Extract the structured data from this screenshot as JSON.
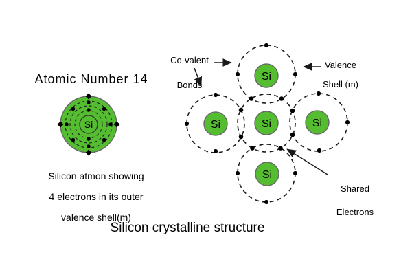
{
  "left_panel": {
    "heading": "Atomic Number 14",
    "atom": {
      "symbol": "Si",
      "atomic_number": 14,
      "electron_shells": [
        2,
        8,
        4
      ]
    },
    "caption": {
      "line1": "Silicon atmon showing",
      "line2": "4 electrons in its outer",
      "line3": "valence shell(m)"
    }
  },
  "right_panel": {
    "atom_symbol": "Si",
    "atom_count": 5,
    "labels": {
      "covalent": {
        "line1": "Co-valent",
        "line2": "Bonds"
      },
      "valence": {
        "line1": "Valence",
        "line2": "Shell (m)"
      },
      "shared": {
        "line1": "Shared",
        "line2": "Electrons"
      }
    }
  },
  "footer": {
    "title": "Silicon crystalline structure"
  },
  "colors": {
    "atom_green": "#54bd30",
    "outline_gray": "#6a6a6a",
    "line_black": "#1a1a1a",
    "background": "#ffffff"
  }
}
